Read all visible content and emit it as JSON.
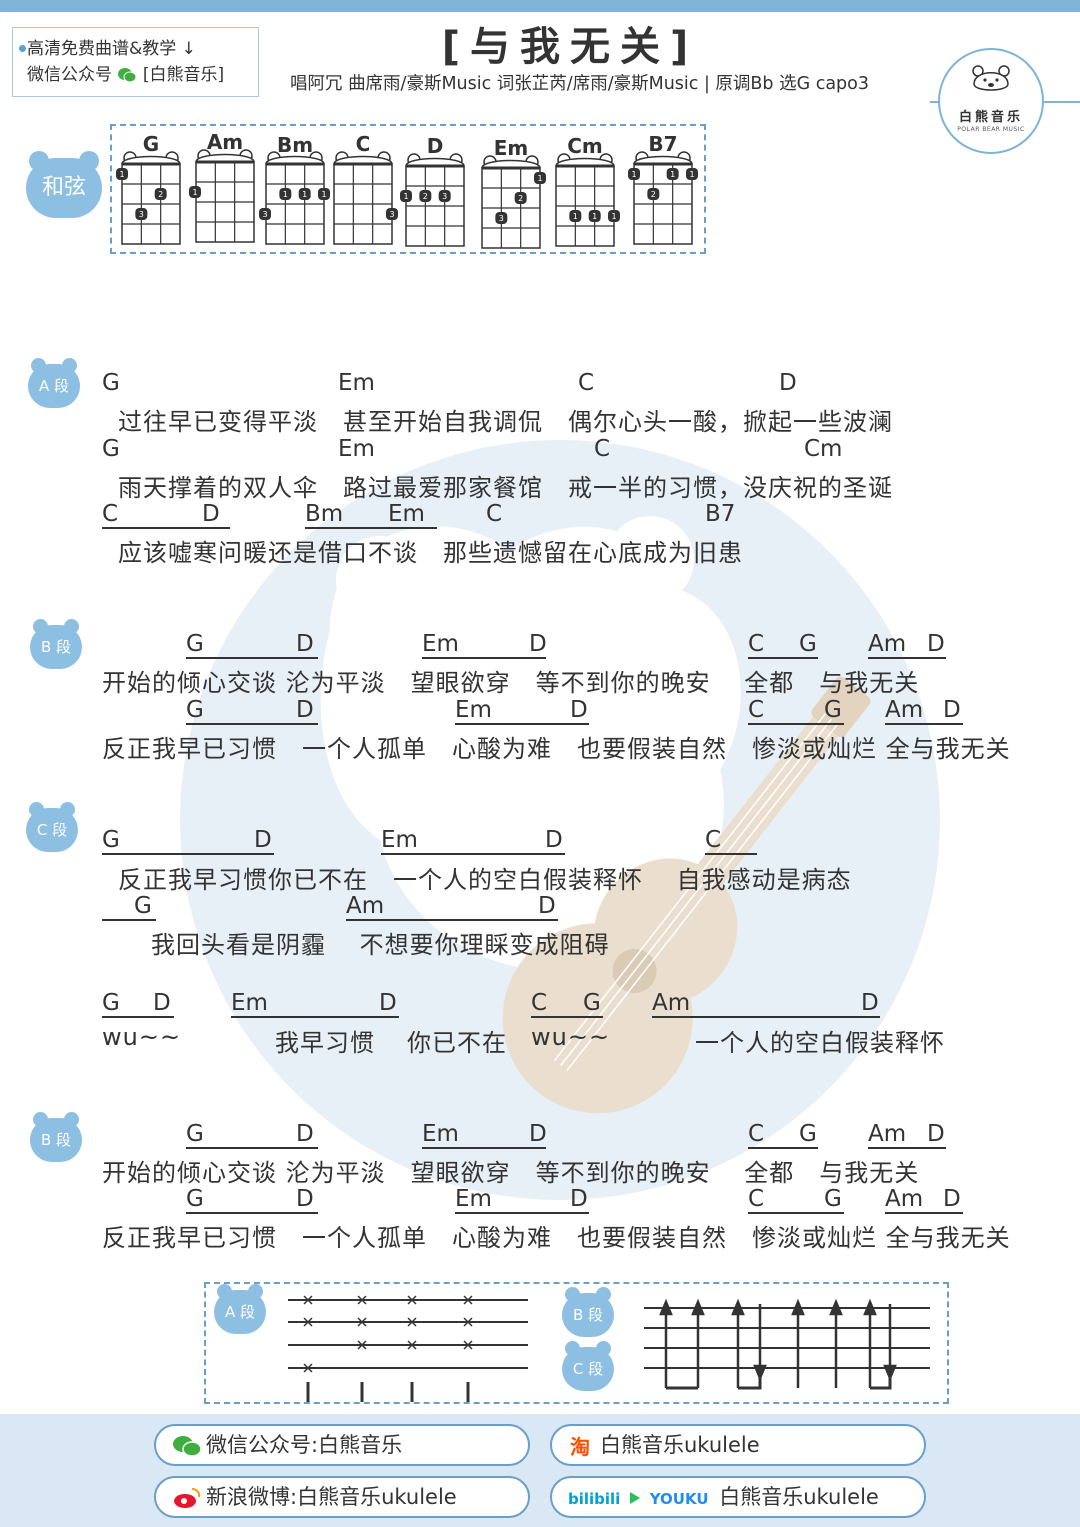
{
  "promo": {
    "line1": "高清免费曲谱&教学 ↓",
    "line2": "微信公众号",
    "line3": "[白熊音乐]"
  },
  "header": {
    "title": "[与我无关]",
    "credits": "唱阿冗 曲席雨/豪斯Music 词张芷芮/席雨/豪斯Music | 原调Bb 选G capo3"
  },
  "logo": {
    "name": "白熊音乐",
    "sub": "POLAR BEAR MUSIC"
  },
  "chords_label": "和弦",
  "chords": [
    {
      "name": "G",
      "icon": "chord-diagram-icon"
    },
    {
      "name": "Am",
      "icon": "chord-diagram-icon"
    },
    {
      "name": "Bm",
      "icon": "chord-diagram-icon"
    },
    {
      "name": "C",
      "icon": "chord-diagram-icon"
    },
    {
      "name": "D",
      "icon": "chord-diagram-icon"
    },
    {
      "name": "Em",
      "icon": "chord-diagram-icon"
    },
    {
      "name": "Cm",
      "icon": "chord-diagram-icon"
    },
    {
      "name": "B7",
      "icon": "chord-diagram-icon"
    }
  ],
  "finger_digits": [
    "1",
    "2",
    "3"
  ],
  "section_labels": {
    "a": "A 段",
    "b": "B 段",
    "c": "C 段"
  },
  "sections": {
    "a": [
      {
        "chords": [
          "G",
          "Em",
          "C",
          "D"
        ],
        "lyric": "过往早已变得平淡　甚至开始自我调侃　偶尔心头一酸，掀起一些波澜"
      },
      {
        "chords": [
          "G",
          "Em",
          "C",
          "Cm"
        ],
        "lyric": "雨天撑着的双人伞　路过最爱那家餐馆　戒一半的习惯，没庆祝的圣诞"
      },
      {
        "chords": [
          "C",
          "D",
          "Bm",
          "Em",
          "C",
          "B7"
        ],
        "lyric": "应该嘘寒问暖还是借口不谈　那些遗憾留在心底成为旧患"
      }
    ],
    "b": [
      {
        "chords": [
          "G",
          "D",
          "Em",
          "D",
          "C",
          "G",
          "Am",
          "D"
        ],
        "lyric": "开始的倾心交谈 沦为平淡　望眼欲穿　等不到你的晚安　 全都　与我无关"
      },
      {
        "chords": [
          "G",
          "D",
          "Em",
          "D",
          "C",
          "G",
          "Am",
          "D"
        ],
        "lyric": "反正我早已习惯　一个人孤单　心酸为难　也要假装自然　惨淡或灿烂 全与我无关"
      }
    ],
    "c": [
      {
        "chords": [
          "G",
          "D",
          "Em",
          "D",
          "C"
        ],
        "lyric": "反正我早习惯你已不在　一个人的空白假装释怀　 自我感动是病态"
      },
      {
        "chords": [
          "G",
          "Am",
          "D"
        ],
        "lyric": "我回头看是阴霾　 不想要你理睬变成阻碍"
      },
      {
        "chords": [
          "G",
          "D",
          "Em",
          "D",
          "C",
          "G",
          "Am",
          "D"
        ],
        "lyric_parts": [
          "wu~~",
          "我早习惯",
          "你已不在",
          "wu~~",
          "一个人的空白假装释怀"
        ]
      }
    ]
  },
  "footer": {
    "wechat": "微信公众号:白熊音乐",
    "taobao": "白熊音乐ukulele",
    "weibo": "新浪微博:白熊音乐ukulele",
    "video_brands": [
      "bilibili",
      "YOUKU"
    ],
    "video": "白熊音乐ukulele"
  },
  "colors": {
    "accent": "#8dbfe3",
    "border": "#6a9fc8",
    "footer_bg": "#d9e8f4",
    "text": "#333333"
  }
}
